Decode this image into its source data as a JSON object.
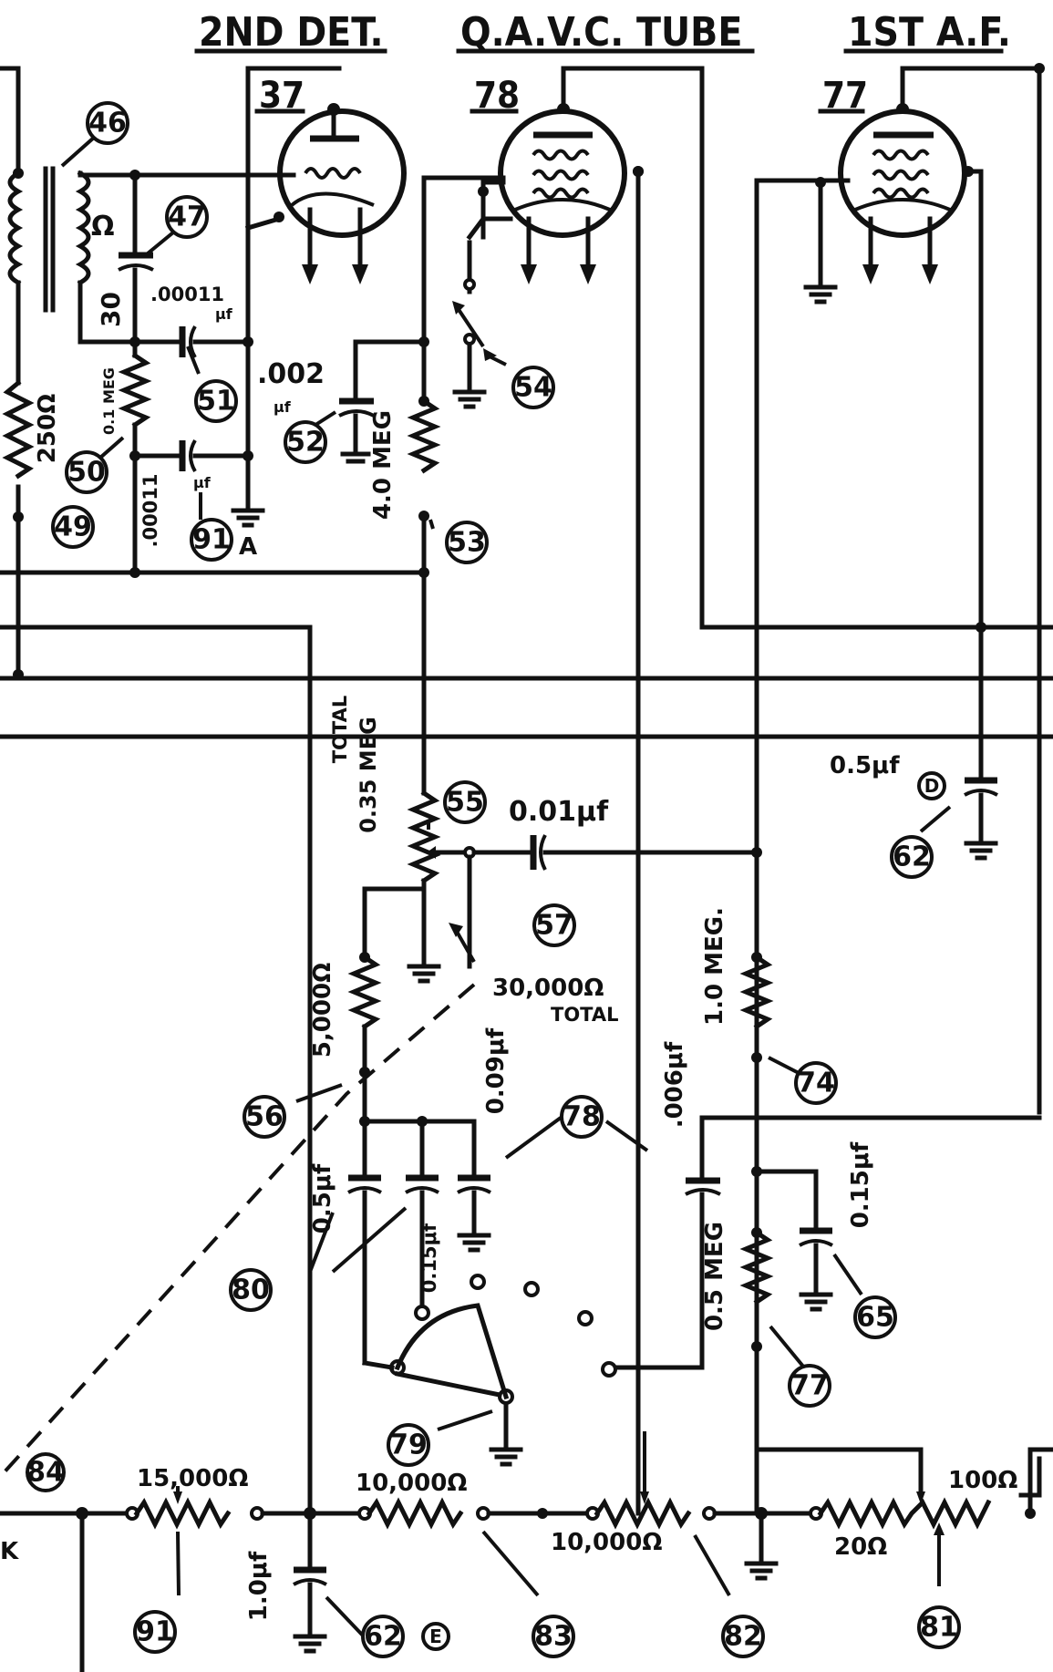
{
  "headers": {
    "det2": "2ND DET.",
    "qavc": "Q.A.V.C. TUBE",
    "af1": "1ST A.F."
  },
  "tubes": {
    "det2": "37",
    "qavc": "78",
    "af1": "77"
  },
  "callouts": {
    "c46": "46",
    "c47": "47",
    "c49": "49",
    "c50": "50",
    "c51": "51",
    "c52": "52",
    "c53": "53",
    "c54": "54",
    "c55": "55",
    "c56": "56",
    "c57": "57",
    "c62a": "62",
    "c62b": "62",
    "c65": "65",
    "c74": "74",
    "c77": "77",
    "c78": "78",
    "c79": "79",
    "c80": "80",
    "c81": "81",
    "c82": "82",
    "c83": "83",
    "c84": "84",
    "c91a": "91",
    "c91b": "91"
  },
  "labels": {
    "omega": "Ω",
    "thirty": "30",
    "cap00011": ".00011",
    "uf_small": "μf",
    "meg01": "0.1 MEG",
    "r250": "250Ω",
    "cap002": ".002",
    "uf52": "μf",
    "cap00011b": ".00011",
    "uf91": "μf",
    "a_label": "A",
    "meg40": "4.0 MEG",
    "total035": "TOTAL",
    "meg035": "0.35 MEG",
    "cap001": "0.01μf",
    "r5000": "5,000Ω",
    "r30000": "30,000Ω",
    "total30000": "TOTAL",
    "meg10": "1.0 MEG.",
    "cap05uf_d": "0.5μf",
    "d_label": "D",
    "cap009": "0.09μf",
    "cap0006": ".006μf",
    "cap015_65": "0.15μf",
    "cap05_80": "0.5μf",
    "cap015_80": "0.15μf",
    "meg05": "0.5 MEG",
    "r15000": "15,000Ω",
    "r10000a": "10,000Ω",
    "r10000b": "10,000Ω",
    "r100": "100Ω",
    "r20": "20Ω",
    "cap10": "1.0μf",
    "e_label": "E",
    "k_label": "K"
  }
}
